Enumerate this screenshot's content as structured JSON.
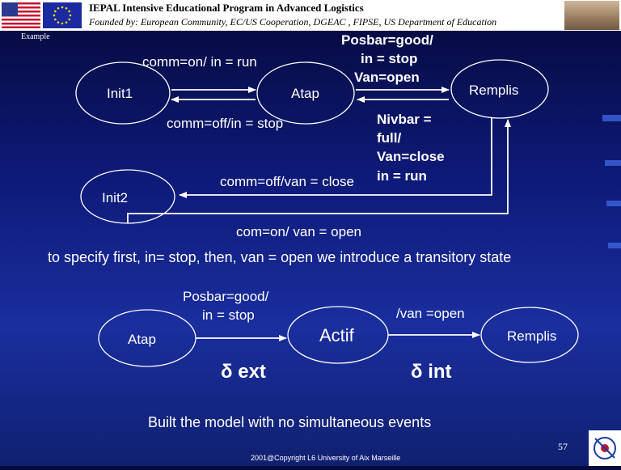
{
  "header": {
    "title": "IEPAL Intensive Educational Program in Advanced Logistics",
    "subtitle": "Founded by: European Community, EC/US Cooperation, DGEAC , FIPSE, US Department of Education",
    "us_flag_icon": "us-flag-icon",
    "eu_flag_icon": "eu-flag-icon"
  },
  "example_label": "Example",
  "diagram1": {
    "states": {
      "init1": "Init1",
      "atap": "Atap",
      "remplis": "Remplis",
      "init2": "Init2"
    },
    "labels": {
      "comm_on": "comm=on/ in = run",
      "comm_off_stop": "comm=off/in = stop",
      "posbar_1": "Posbar=good/",
      "posbar_2": "in = stop",
      "posbar_3": "Van=open",
      "nivbar_1": "Nivbar =",
      "nivbar_2": "full/",
      "nivbar_3": "Van=close",
      "nivbar_4": "in = run",
      "comm_off_van": "comm=off/van = close",
      "com_on_van": "com=on/ van = open"
    }
  },
  "explanation": "to specify first, in= stop, then, van = open we introduce a transitory state",
  "diagram2": {
    "states": {
      "atap": "Atap",
      "actif": "Actif",
      "remplis": "Remplis"
    },
    "labels": {
      "posbar_1": "Posbar=good/",
      "posbar_2": "in = stop",
      "van_open": "/van =open",
      "delta_ext": "δ ext",
      "delta_int": "δ int"
    }
  },
  "conclusion": "Built the model with no simultaneous events",
  "footer": {
    "page_number": "57",
    "copyright": "2001@Copyright L6 University of Aix Marseille"
  }
}
